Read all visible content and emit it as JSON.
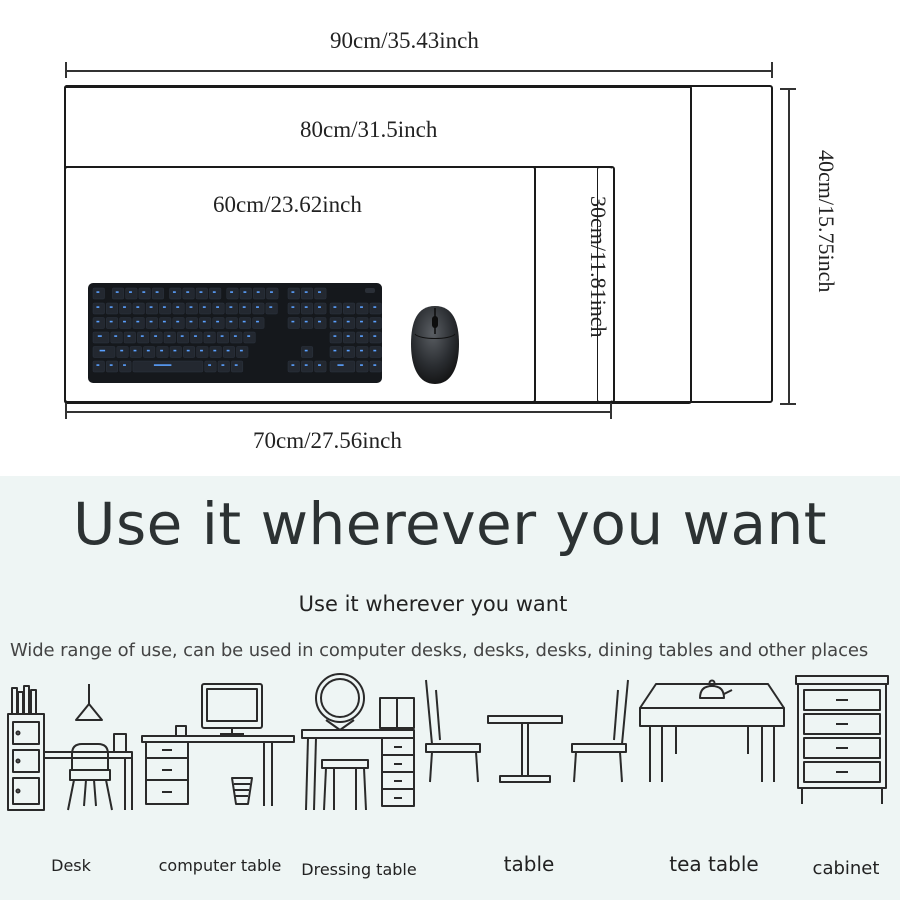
{
  "dimensions": {
    "width_90": "90cm/35.43inch",
    "width_80": "80cm/31.5inch",
    "width_60": "60cm/23.62inch",
    "width_70": "70cm/27.56inch",
    "height_40": "40cm/15.75inch",
    "height_30": "30cm/11.81inch"
  },
  "headline": "Use it wherever you want",
  "subheadline": "Use it wherever you want",
  "description": "Wide range of use, can be used in computer desks, desks, desks, dining tables and other places",
  "furniture": [
    {
      "label": "Desk",
      "icon": "desk-icon"
    },
    {
      "label": "computer table",
      "icon": "computer-table-icon"
    },
    {
      "label": "Dressing table",
      "icon": "dressing-table-icon"
    },
    {
      "label": "table",
      "icon": "dining-table-icon"
    },
    {
      "label": "tea table",
      "icon": "tea-table-icon"
    },
    {
      "label": "cabinet",
      "icon": "cabinet-icon"
    }
  ],
  "devices": {
    "keyboard": "keyboard-icon",
    "mouse": "mouse-icon"
  },
  "colors": {
    "panel_bg": "#eef5f4",
    "keyboard_key_glow": "#5aa0ff",
    "line": "#1a1a1a"
  }
}
